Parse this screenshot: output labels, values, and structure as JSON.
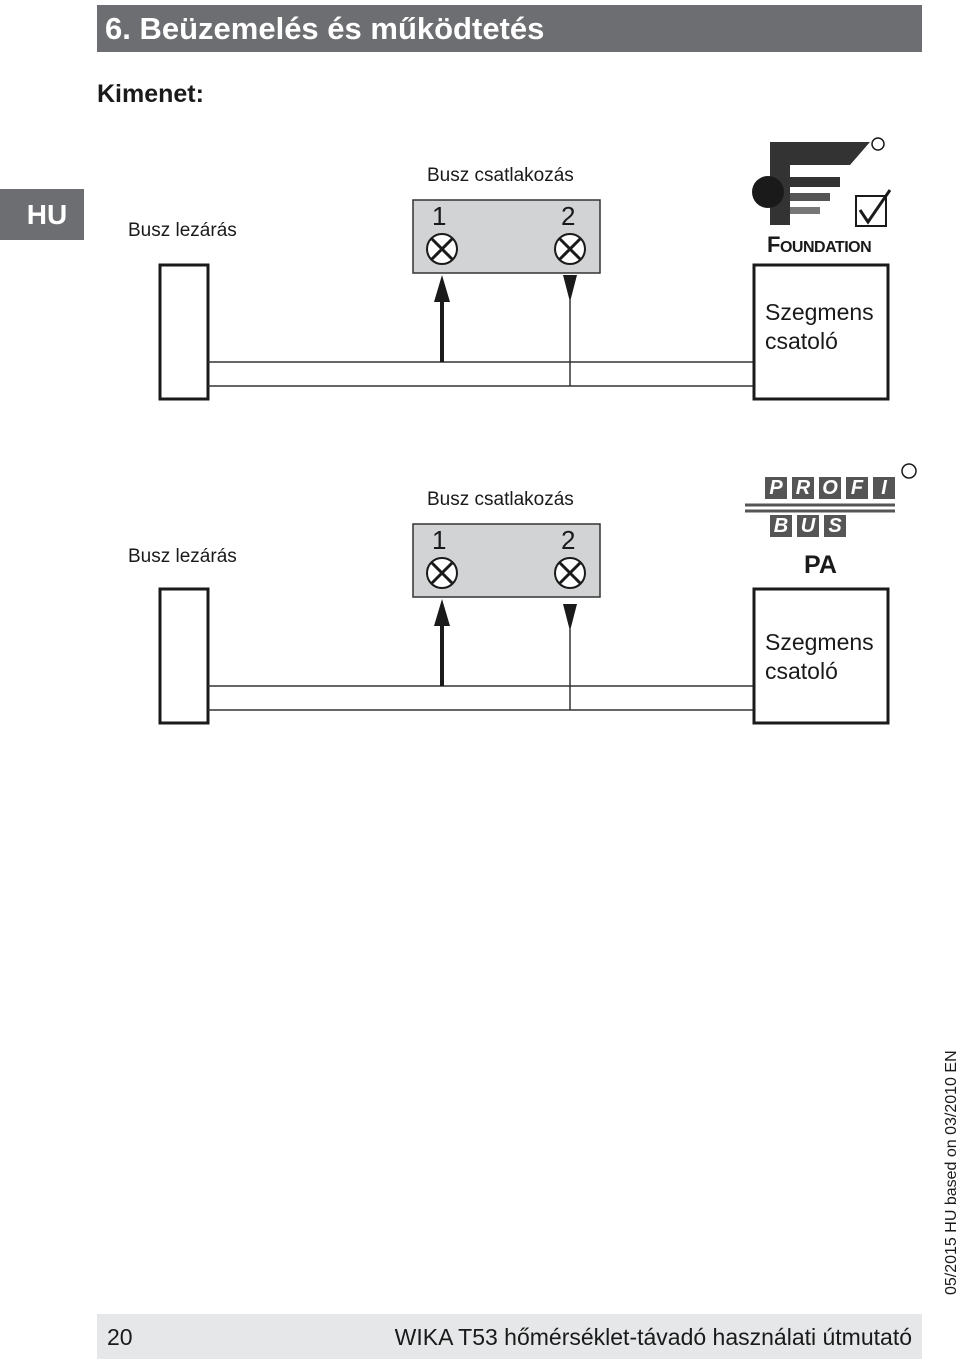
{
  "header": {
    "title": "6. Beüzemelés és működtetés"
  },
  "section": {
    "subtitle": "Kimenet:"
  },
  "language_tab": "HU",
  "diagrams": [
    {
      "logo": "foundation-fieldbus-logo",
      "logo_text_first": "F",
      "logo_text_rest": "OUNDATION",
      "registered_mark": "®",
      "bus_termination_label": "Busz lezárás",
      "bus_connection_label": "Busz csatlakozás",
      "terminal_1": "1",
      "terminal_2": "2",
      "segment_coupler_line1": "Szegmens",
      "segment_coupler_line2": "csatoló"
    },
    {
      "logo": "profibus-pa-logo",
      "logo_letters_top": [
        "P",
        "R",
        "O",
        "F",
        "I"
      ],
      "logo_letters_bottom": [
        "B",
        "U",
        "S"
      ],
      "logo_suffix": "PA",
      "registered_mark": "®",
      "bus_termination_label": "Busz lezárás",
      "bus_connection_label": "Busz csatlakozás",
      "terminal_1": "1",
      "terminal_2": "2",
      "segment_coupler_line1": "Szegmens",
      "segment_coupler_line2": "csatoló"
    }
  ],
  "side_note": "05/2015 HU based on 03/2010 EN",
  "footer": {
    "page_number": "20",
    "document_title": "WIKA T53 hőmérséklet-távadó használati útmutató"
  },
  "colors": {
    "header_gray": "#6d6e71",
    "terminal_block": "#d1d3d4",
    "footer_gray": "#e6e7e8"
  }
}
